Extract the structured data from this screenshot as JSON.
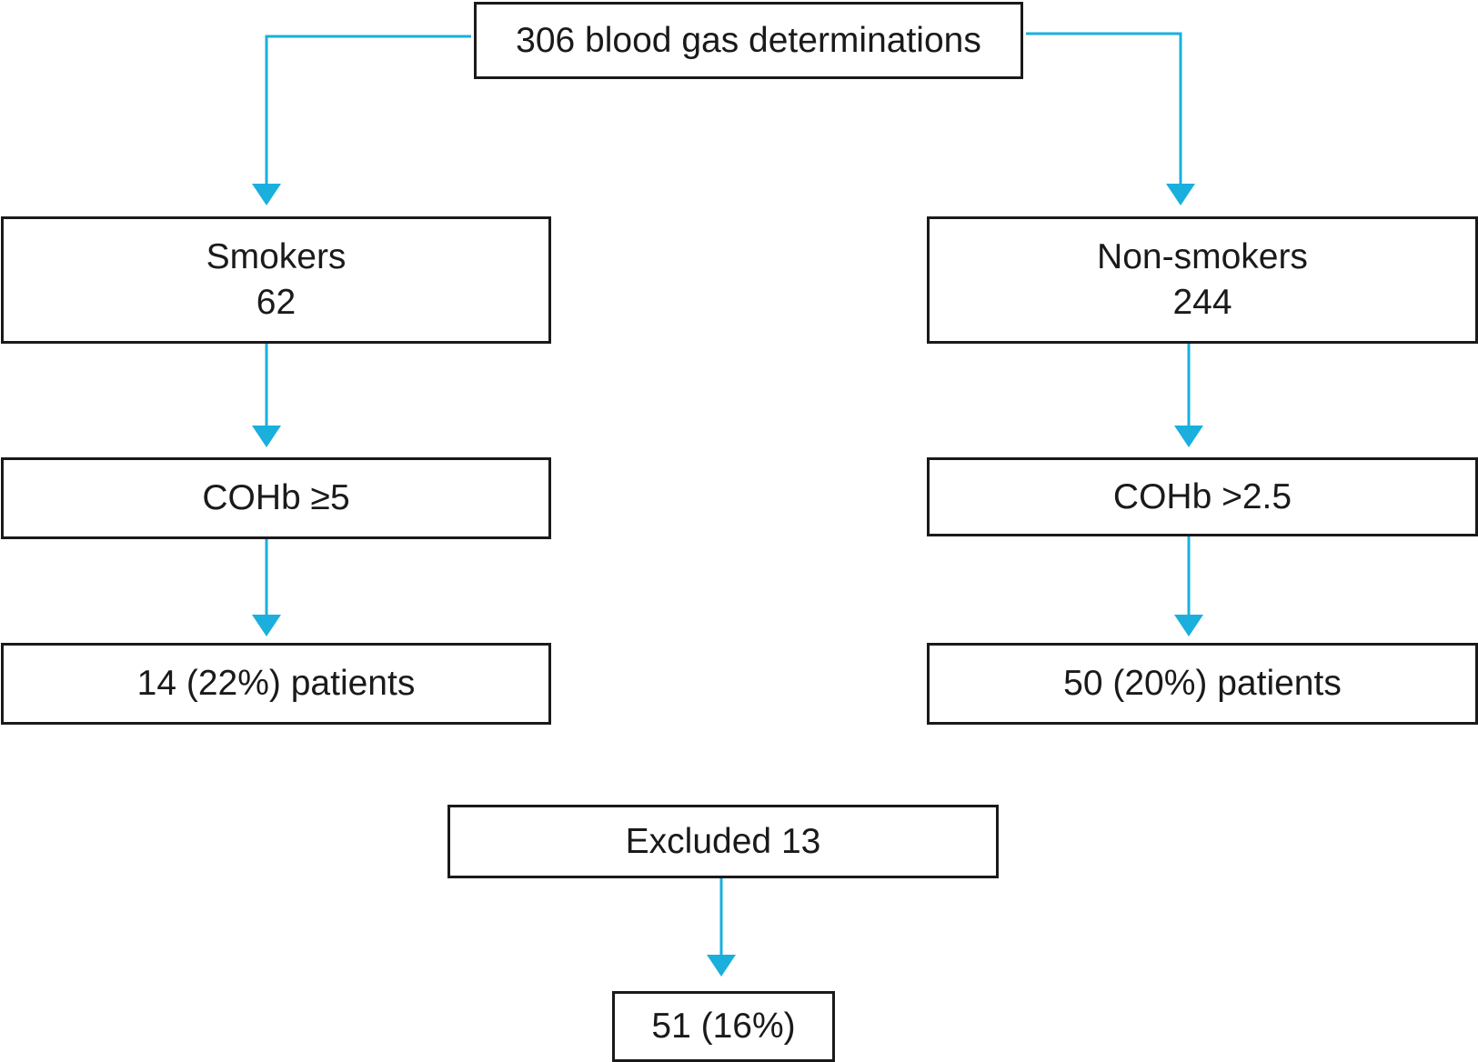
{
  "colors": {
    "connector": "#1aafdc",
    "border": "#1a1a1a",
    "text": "#1a1a1a"
  },
  "nodes": {
    "root": {
      "label": "306 blood gas determinations"
    },
    "smokers": {
      "label": "Smokers",
      "count": "62"
    },
    "non_smokers": {
      "label": "Non-smokers",
      "count": "244"
    },
    "smokers_threshold": {
      "label": "COHb ≥5"
    },
    "non_smokers_threshold": {
      "label": "COHb >2.5"
    },
    "smokers_result": {
      "label": "14 (22%) patients"
    },
    "non_smokers_result": {
      "label": "50 (20%) patients"
    },
    "excluded": {
      "label": "Excluded 13"
    },
    "final": {
      "label": "51 (16%)"
    }
  },
  "edges": [
    {
      "from": "root",
      "to": "smokers"
    },
    {
      "from": "root",
      "to": "non_smokers"
    },
    {
      "from": "smokers",
      "to": "smokers_threshold"
    },
    {
      "from": "smokers_threshold",
      "to": "smokers_result"
    },
    {
      "from": "non_smokers",
      "to": "non_smokers_threshold"
    },
    {
      "from": "non_smokers_threshold",
      "to": "non_smokers_result"
    },
    {
      "from": "excluded",
      "to": "final"
    }
  ]
}
